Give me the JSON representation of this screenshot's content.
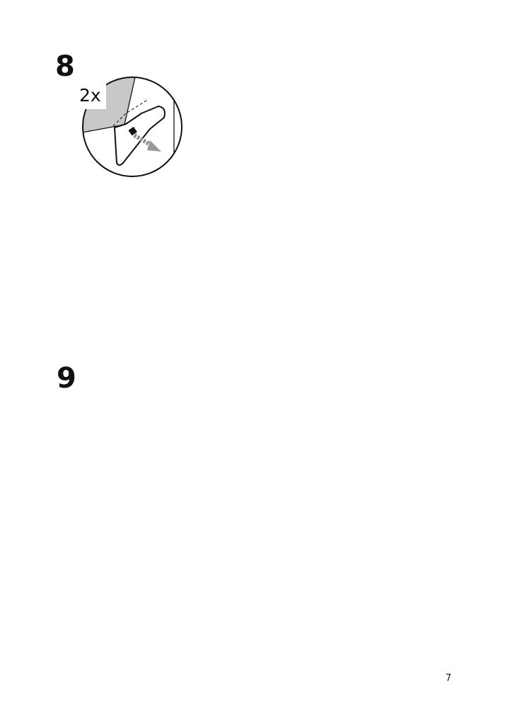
{
  "steps": [
    {
      "number": "8",
      "quantity": "2x"
    },
    {
      "number": "9"
    }
  ],
  "page_number": "7",
  "icons": {
    "detail_top": "slot-fold-detail-icon",
    "detail_bottom": "folded-tab-detail-icon",
    "open_box": "open-box-fold-icon",
    "lid_box": "lid-placement-icon",
    "down_arrow": "down-arrow-icon"
  }
}
